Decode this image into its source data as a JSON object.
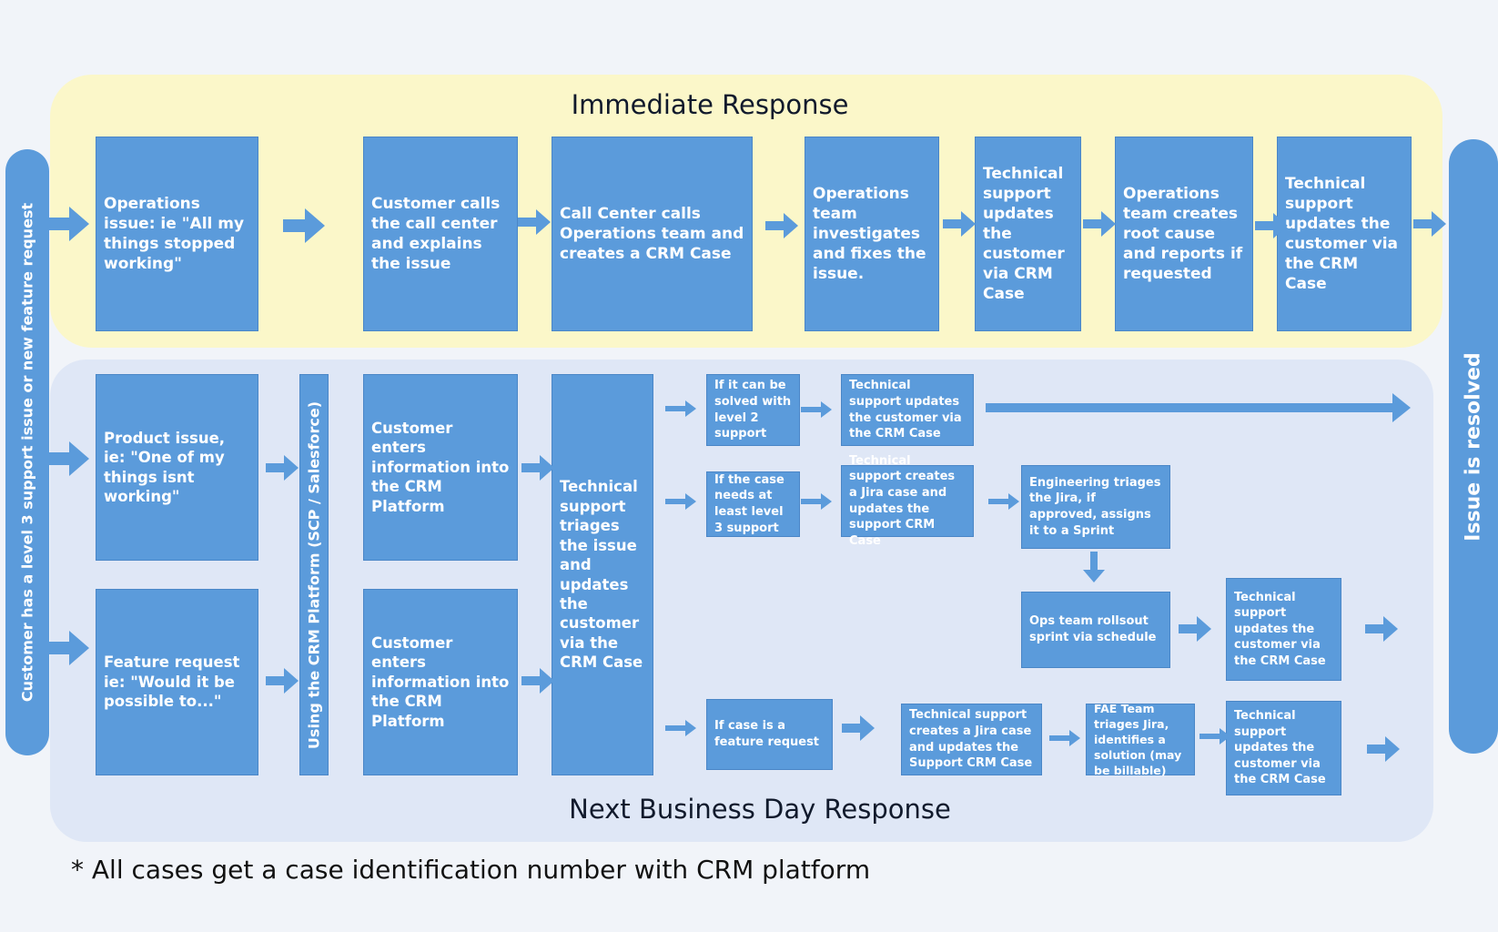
{
  "immediate": {
    "title": "Immediate Response",
    "boxes": [
      "Operations issue: ie \"All my things stopped working\"",
      "Customer calls the call center and explains the issue",
      "Call Center calls Operations team and creates a CRM Case",
      "Operations team investigates and fixes the issue.",
      "Technical support updates the customer via CRM Case",
      "Operations team creates root cause and reports if requested",
      "Technical support updates the customer via the CRM Case"
    ]
  },
  "next_day": {
    "title": "Next Business Day Response",
    "product_issue": "Product issue, ie: \"One of my things isnt working\"",
    "feature_request": "Feature request ie: \"Would it be possible to...\"",
    "crm_platform_bar": "Using the CRM Platform (SCP / Salesforce)",
    "enter_info_1": "Customer enters information into the CRM Platform",
    "enter_info_2": "Customer enters information into the CRM Platform",
    "triage": "Technical support triages the issue and updates the customer via the CRM Case",
    "level2": "If it can be solved with level 2 support",
    "level2_update": "Technical support updates the customer via the CRM Case",
    "level3": "If the case needs at least level 3 support",
    "level3_jira": "Technical support creates a Jira case and updates the support CRM Case",
    "eng_triage": "Engineering triages the Jira, if approved, assigns it to a Sprint",
    "ops_rollout": "Ops team rollsout sprint via schedule",
    "level3_update": "Technical support updates the customer via the CRM Case",
    "feature": "If case is a feature request",
    "feature_jira": "Technical support creates a Jira case and updates the Support CRM Case",
    "fae_triage": "FAE Team triages Jira, identifies a solution (may be billable)",
    "feature_update": "Technical support updates the customer via the CRM Case"
  },
  "left_pill": "Customer has a level 3 support issue or new feature request",
  "right_pill": "Issue is resolved",
  "footnote": "* All cases get a case identification number with CRM platform",
  "colors": {
    "box": "#5b9bdb",
    "box_border": "#4a86c7",
    "top_panel": "#fbf7c9",
    "bottom_panel": "#dfe7f6",
    "text": "#ffffff"
  }
}
